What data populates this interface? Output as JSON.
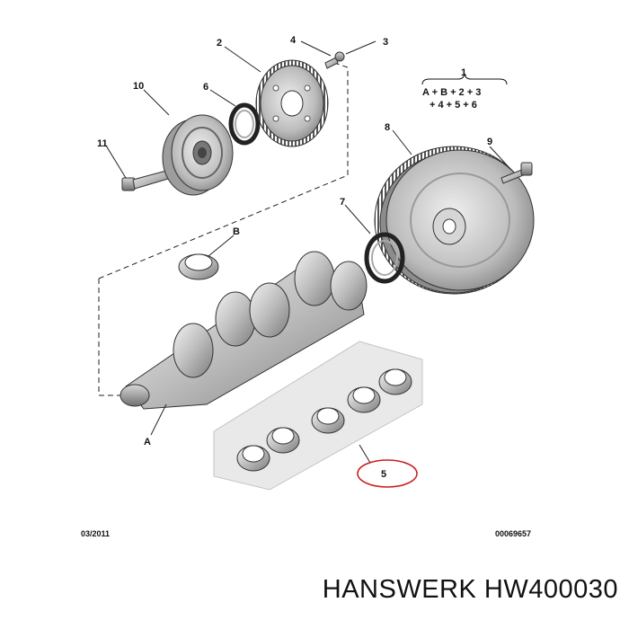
{
  "diagram": {
    "callouts": {
      "p1": "1",
      "p2": "2",
      "p3": "3",
      "p4": "4",
      "p5": "5",
      "p6": "6",
      "p7": "7",
      "p8": "8",
      "p9": "9",
      "p10": "10",
      "p11": "11",
      "pA": "A",
      "pB": "B"
    },
    "kit_formula": {
      "line1": "A + B + 2 + 3",
      "line2": "+ 4 + 5 + 6"
    },
    "highlighted_part": "5",
    "highlight_color": "#cc1f1f",
    "date_code": "03/2011",
    "doc_number": "00069657"
  },
  "product": {
    "brand": "HANSWERK",
    "part_number": "HW400030"
  }
}
